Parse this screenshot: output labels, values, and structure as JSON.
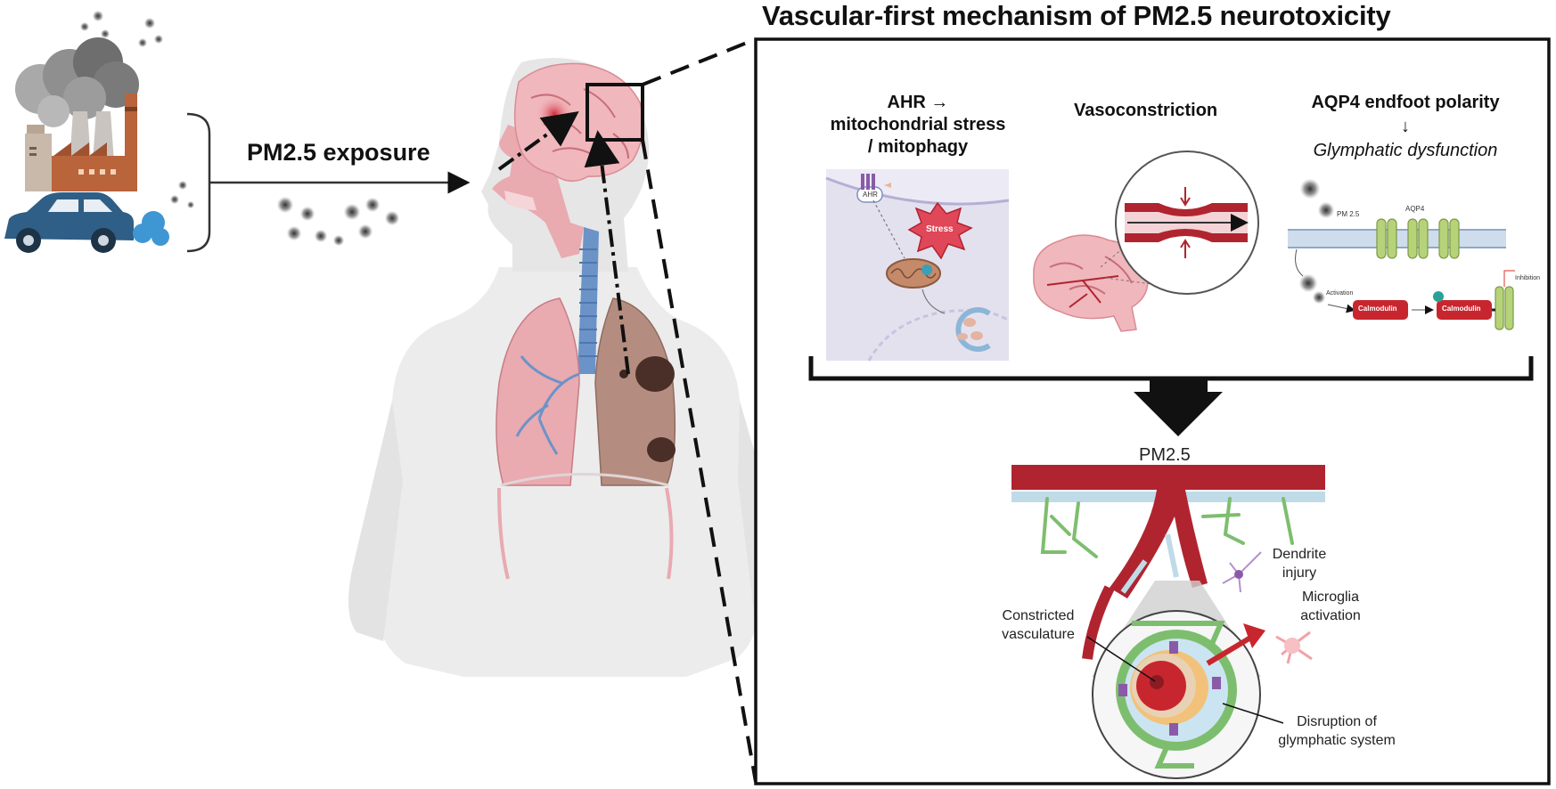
{
  "figure": {
    "title": "Vascular-first mechanism of PM2.5 neurotoxicity",
    "exposure_label": "PM2.5 exposure"
  },
  "panels": {
    "ahr": {
      "line1": "AHR →",
      "line2": "mitochondrial stress",
      "line3": "/ mitophagy",
      "receptor_label": "AHR",
      "burst_label": "Stress"
    },
    "vaso": {
      "title": "Vasoconstriction"
    },
    "aqp4": {
      "title": "AQP4 endfoot polarity",
      "arrow": "↓",
      "subtitle": "Glymphatic dysfunction",
      "pm_label": "PM 2.5",
      "aqp4_label": "AQP4",
      "activation_label": "Activation",
      "calmodulin_label": "Calmodulin",
      "calmodulin2_label": "Calmodulin",
      "inhibition_label": "Inhibition"
    }
  },
  "bottom": {
    "pm_label": "PM2.5",
    "dendrite": [
      "Dendrite",
      "injury"
    ],
    "microglia": [
      "Microglia",
      "activation"
    ],
    "constricted": [
      "Constricted",
      "vasculature"
    ],
    "glymphatic": [
      "Disruption of",
      "glymphatic system"
    ]
  },
  "colors": {
    "vessel": "#b0242f",
    "astrocyte": "#7dbe6e",
    "lung_right": "#e9aab0",
    "lung_left": "#b58d80",
    "trachea": "#6b93c8",
    "car": "#2f5f86",
    "factory_brick": "#b9643b",
    "smoke": "#8a8a8a"
  }
}
